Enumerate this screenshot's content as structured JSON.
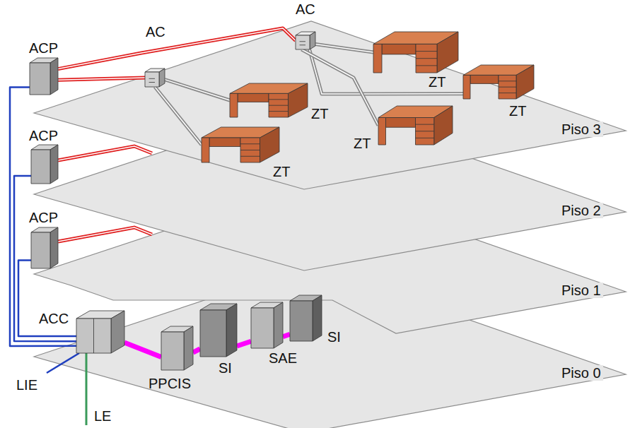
{
  "diagram": {
    "nodes": [
      {
        "text": [
          "AC"
        ]
      },
      {
        "text": [
          "ACP"
        ]
      },
      {
        "text": [
          "AC"
        ]
      },
      {
        "text": [
          "ZT"
        ]
      },
      {
        "text": [
          "ZT"
        ]
      },
      {
        "text": [
          "ZT"
        ]
      },
      {
        "text": [
          "ZT"
        ]
      },
      {
        "text": [
          "ZT"
        ]
      },
      {
        "text": [
          "ACP"
        ]
      },
      {
        "text": [
          "ACP"
        ]
      },
      {
        "text": [
          "SI"
        ]
      },
      {
        "text": [
          "SAE"
        ]
      },
      {
        "text": [
          "SI"
        ]
      },
      {
        "text": [
          "ACC"
        ]
      },
      {
        "text": [
          "PPCIS"
        ]
      }
    ],
    "edges": [
      {
        "from": 1,
        "to": 0,
        "arrow": "none"
      },
      {
        "from": 1,
        "to": 2,
        "arrow": "none"
      },
      {
        "from": 2,
        "to": 7,
        "arrow": "none"
      },
      {
        "from": 2,
        "to": 5,
        "arrow": "none"
      },
      {
        "from": 0,
        "to": 3,
        "arrow": "none"
      },
      {
        "from": 0,
        "to": 4,
        "arrow": "none"
      },
      {
        "from": 0,
        "to": 6,
        "arrow": "none"
      },
      {
        "from": 1,
        "to": 13,
        "arrow": "none"
      },
      {
        "from": 8,
        "to": 13,
        "arrow": "none"
      },
      {
        "from": 9,
        "to": 13,
        "arrow": "none"
      },
      {
        "from": 13,
        "to": 14,
        "arrow": "none"
      },
      {
        "from": 14,
        "to": 12,
        "arrow": "none"
      },
      {
        "from": 12,
        "to": 11,
        "arrow": "none"
      },
      {
        "from": 11,
        "to": 10,
        "arrow": "none"
      }
    ],
    "labels": [
      "Piso 3",
      "Piso 2",
      "Piso 1",
      "Piso 0",
      "LIE",
      "LE"
    ]
  }
}
